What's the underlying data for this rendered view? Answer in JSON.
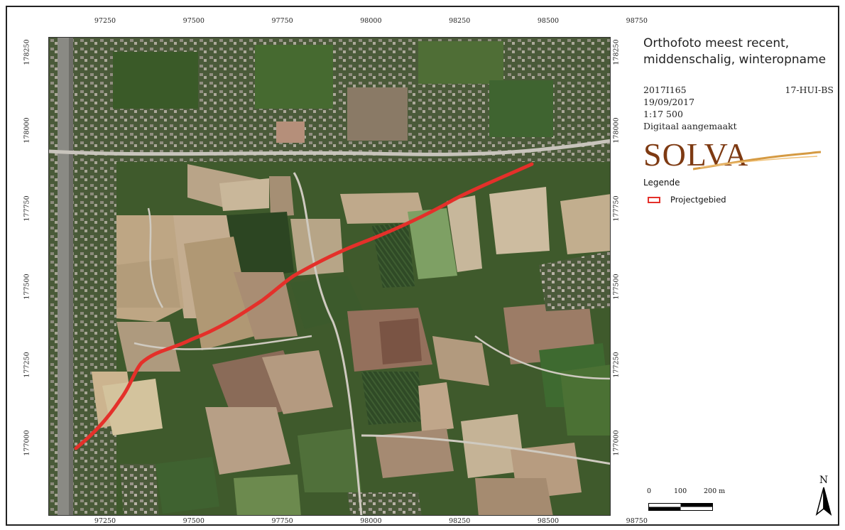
{
  "map": {
    "x_ticks": [
      "97250",
      "97500",
      "97750",
      "98000",
      "98250",
      "98500",
      "98750"
    ],
    "y_ticks": [
      "178250",
      "178000",
      "177750",
      "177500",
      "177250",
      "177000"
    ],
    "road_color": "#e4302a",
    "imagery": "aerial-orthophoto"
  },
  "legend_panel": {
    "title_line1": "Orthofoto meest recent,",
    "title_line2": "middenschalig, winteropname",
    "code": "2017I165",
    "ref": "17-HUI-BS",
    "date": "19/09/2017",
    "scale": "1:17 500",
    "note": "Digitaal aangemaakt",
    "logo_text": "SOLVA",
    "legend_title": "Legende",
    "legend_item": "Projectgebied"
  },
  "scalebar": {
    "label_0": "0",
    "label_100": "100",
    "label_200": "200 m"
  },
  "north": {
    "letter": "N"
  }
}
